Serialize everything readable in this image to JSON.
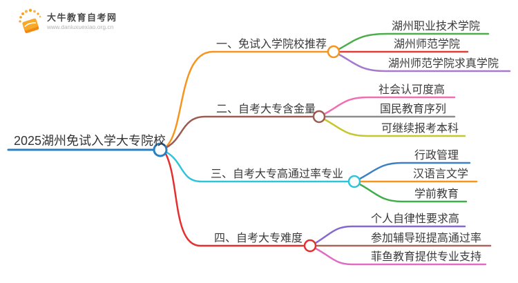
{
  "brand": {
    "name": "大牛教育自考网",
    "url": "www.daniuxuexiao.org.cn",
    "logo_color": "#f7941d"
  },
  "root": {
    "label": "2025湖州免试入学大专院校",
    "color": "#2a7fc1"
  },
  "branches": [
    {
      "label": "一、免试入学院校推荐",
      "color": "#f7941d",
      "children": [
        {
          "label": "湖州职业技术学院",
          "color": "#4cae4a"
        },
        {
          "label": "湖州师范学院",
          "color": "#e23d34"
        },
        {
          "label": "湖州师范学院求真学院",
          "color": "#a678ce"
        }
      ]
    },
    {
      "label": "二、自考大专含金量",
      "color": "#9c5a50",
      "children": [
        {
          "label": "社会认可度高",
          "color": "#f06fb4"
        },
        {
          "label": "国民教育序列",
          "color": "#8c8c8c"
        },
        {
          "label": "可继续报考本科",
          "color": "#c6c62e"
        }
      ]
    },
    {
      "label": "三、自考大专高通过率专业",
      "color": "#2cc5da",
      "children": [
        {
          "label": "行政管理",
          "color": "#3e7fc4"
        },
        {
          "label": "汉语言文学",
          "color": "#f7941d"
        },
        {
          "label": "学前教育",
          "color": "#3fae49"
        }
      ]
    },
    {
      "label": "四、自考大专难度",
      "color": "#e3302e",
      "children": [
        {
          "label": "个人自律性要求高",
          "color": "#8666d2"
        },
        {
          "label": "参加辅导班提高通过率",
          "color": "#a2665c"
        },
        {
          "label": "菲鱼教育提供专业支持",
          "color": "#e06ac4"
        }
      ]
    }
  ],
  "colors": {
    "text": "#3a3a3a",
    "background": "#ffffff"
  }
}
